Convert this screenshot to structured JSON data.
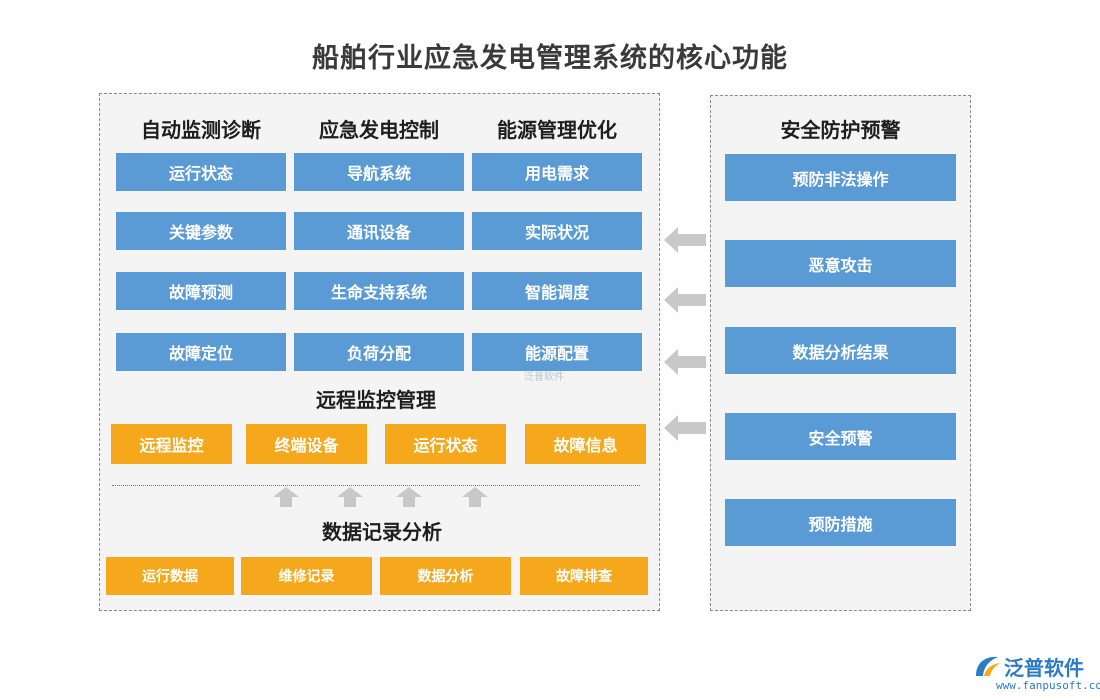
{
  "title": "船舶行业应急发电管理系统的核心功能",
  "columns": [
    {
      "heading": "自动监测诊断",
      "items": [
        "运行状态",
        "关键参数",
        "故障预测",
        "故障定位"
      ]
    },
    {
      "heading": "应急发电控制",
      "items": [
        "导航系统",
        "通讯设备",
        "生命支持系统",
        "负荷分配"
      ]
    },
    {
      "heading": "能源管理优化",
      "items": [
        "用电需求",
        "实际状况",
        "智能调度",
        "能源配置"
      ]
    }
  ],
  "remote": {
    "heading": "远程监控管理",
    "items": [
      "远程监控",
      "终端设备",
      "运行状态",
      "故障信息"
    ]
  },
  "records": {
    "heading": "数据记录分析",
    "items": [
      "运行数据",
      "维修记录",
      "数据分析",
      "故障排查"
    ]
  },
  "safety": {
    "heading": "安全防护预警",
    "items": [
      "预防非法操作",
      "恶意攻击",
      "数据分析结果",
      "安全预警",
      "预防措施"
    ]
  },
  "watermark": "泛普软件",
  "logo": {
    "name": "泛普软件",
    "url": "www.fanpusoft.com"
  },
  "colors": {
    "blue": "#5b9bd5",
    "orange": "#f5a81c",
    "arrow": "#c8c8c8",
    "panel": "#f4f4f4"
  }
}
